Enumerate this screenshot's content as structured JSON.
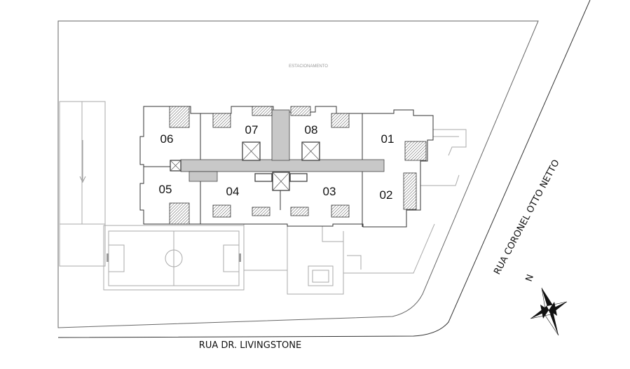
{
  "title": "Site plan",
  "parking_label": "ESTACIONAMENTO",
  "units": [
    "01",
    "02",
    "03",
    "04",
    "05",
    "06",
    "07",
    "08"
  ],
  "streets": {
    "south": "RUA DR. LIVINGSTONE",
    "east": "RUA CORONEL OTTO NETTO"
  },
  "compass": {
    "north_label": "N"
  }
}
